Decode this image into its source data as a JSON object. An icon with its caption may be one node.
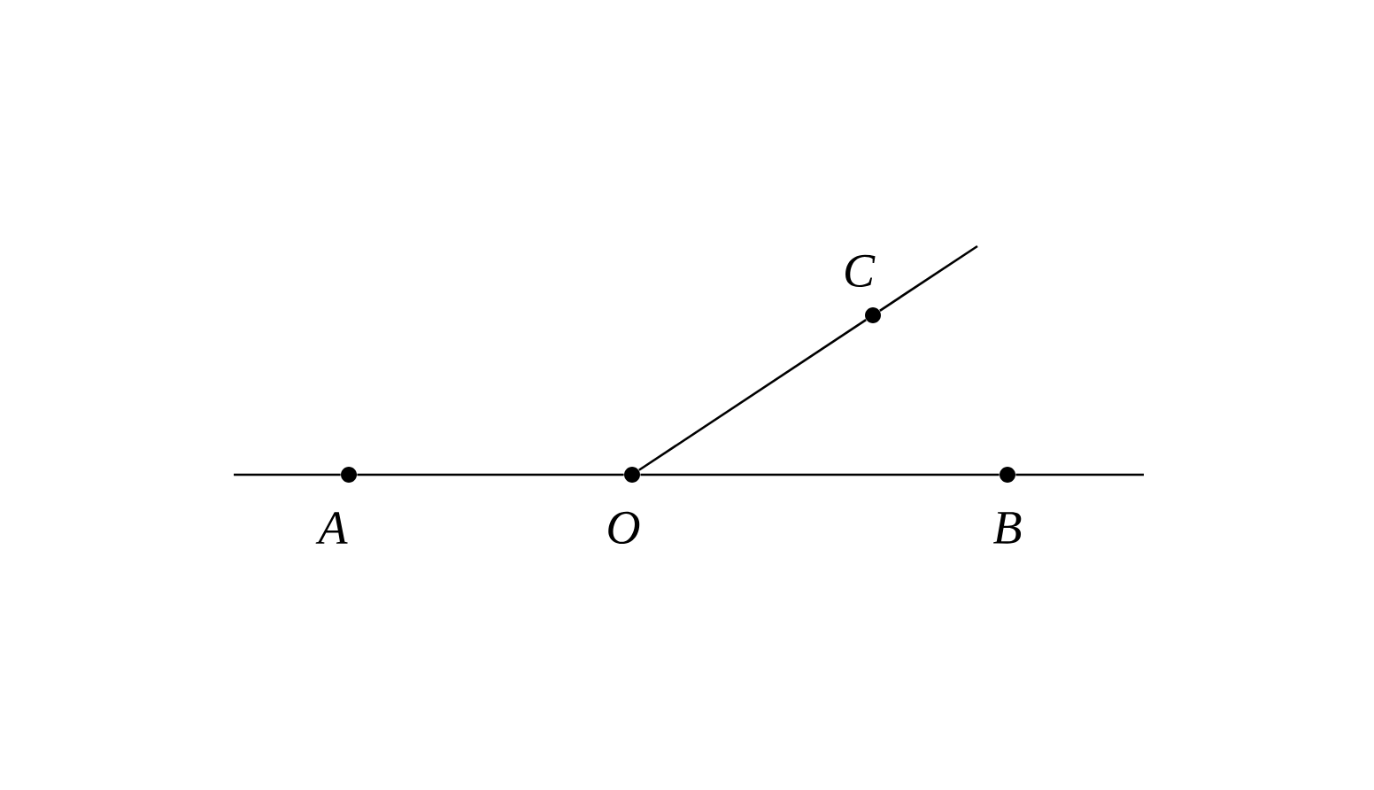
{
  "diagram": {
    "nodes": [
      {
        "text": [
          "A"
        ]
      },
      {
        "text": [
          "O"
        ]
      },
      {
        "text": [
          "B"
        ]
      },
      {
        "text": [
          "C"
        ]
      }
    ],
    "edges": [
      {
        "from": null,
        "to": 0,
        "arrow": "none"
      },
      {
        "from": 0,
        "to": 1,
        "arrow": "none"
      },
      {
        "from": 1,
        "to": 2,
        "arrow": "none"
      },
      {
        "from": 2,
        "to": null,
        "arrow": "none"
      },
      {
        "from": 1,
        "to": 3,
        "arrow": "none"
      },
      {
        "from": 3,
        "to": null,
        "arrow": "none"
      }
    ]
  }
}
